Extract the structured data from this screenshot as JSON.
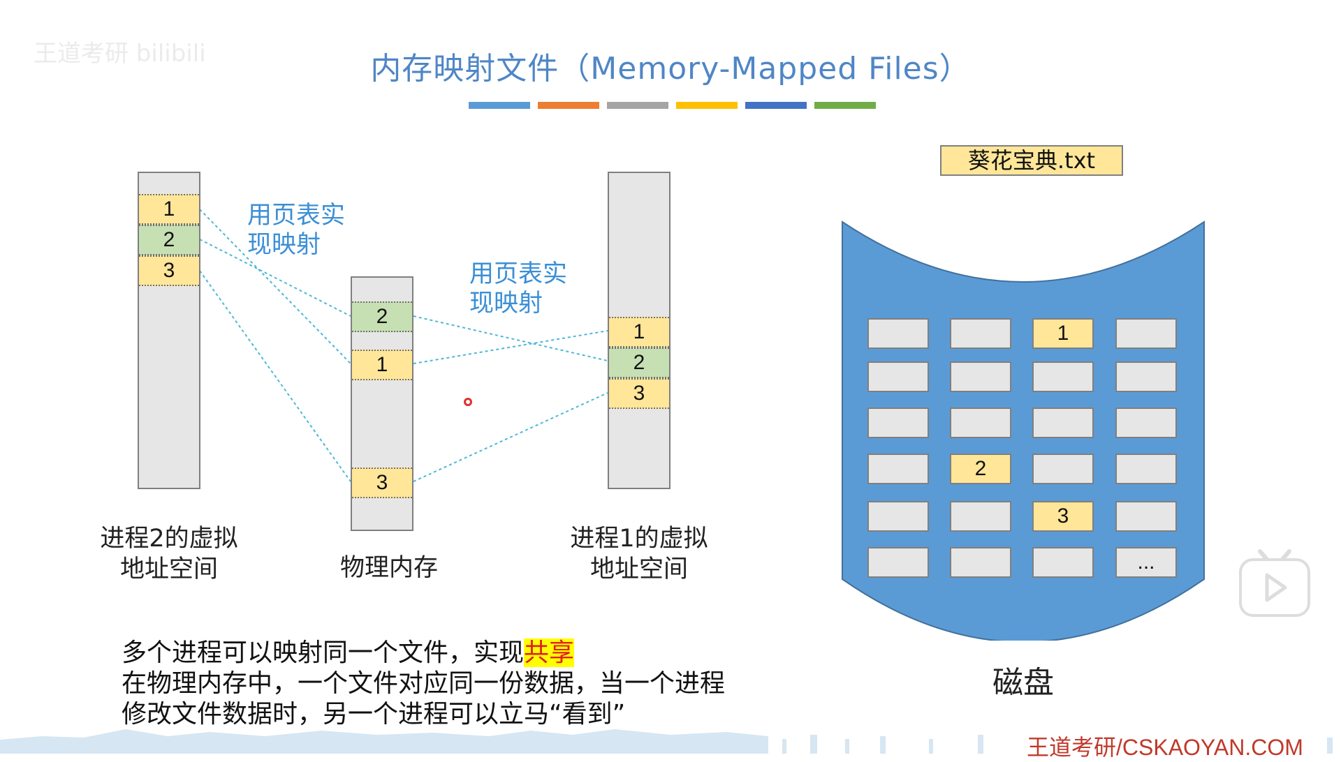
{
  "watermark": {
    "text": "王道考研 bilibili"
  },
  "title": "内存映射文件（Memory-Mapped Files）",
  "title_bar_colors": [
    "#5b9bd5",
    "#ed7d31",
    "#a5a5a5",
    "#ffc000",
    "#4472c4",
    "#70ad47"
  ],
  "colors": {
    "page_yellow": "#ffe699",
    "page_green": "#c6e0b4",
    "memory_gray": "#e6e6e6",
    "disk_blue": "#5b9bd5",
    "link_line": "#4bb8d6"
  },
  "process2": {
    "pages": [
      "1",
      "2",
      "3"
    ],
    "caption_line1": "进程2的虚拟",
    "caption_line2": "地址空间"
  },
  "physical": {
    "frames": [
      "2",
      "1",
      "3"
    ],
    "caption": "物理内存"
  },
  "process1": {
    "pages": [
      "1",
      "2",
      "3"
    ],
    "caption_line1": "进程1的虚拟",
    "caption_line2": "地址空间"
  },
  "callout_left": {
    "line1": "用页表实",
    "line2": "现映射"
  },
  "callout_right": {
    "line1": "用页表实",
    "line2": "现映射"
  },
  "disk": {
    "file_label": "葵花宝典.txt",
    "caption": "磁盘",
    "rows": [
      [
        "",
        "",
        "1",
        ""
      ],
      [
        "",
        "",
        "",
        ""
      ],
      [
        "",
        "",
        "",
        ""
      ],
      [
        "",
        "2",
        "",
        ""
      ],
      [
        "",
        "",
        "3",
        ""
      ],
      [
        "",
        "",
        "",
        "..."
      ]
    ]
  },
  "notes": {
    "line1_prefix": "多个进程可以映射同一个文件，实现",
    "line1_highlight": "共享",
    "line2": "在物理内存中，一个文件对应同一份数据，当一个进程",
    "line3": "修改文件数据时，另一个进程可以立马“看到”"
  },
  "brand": "王道考研/CSKAOYAN.COM"
}
